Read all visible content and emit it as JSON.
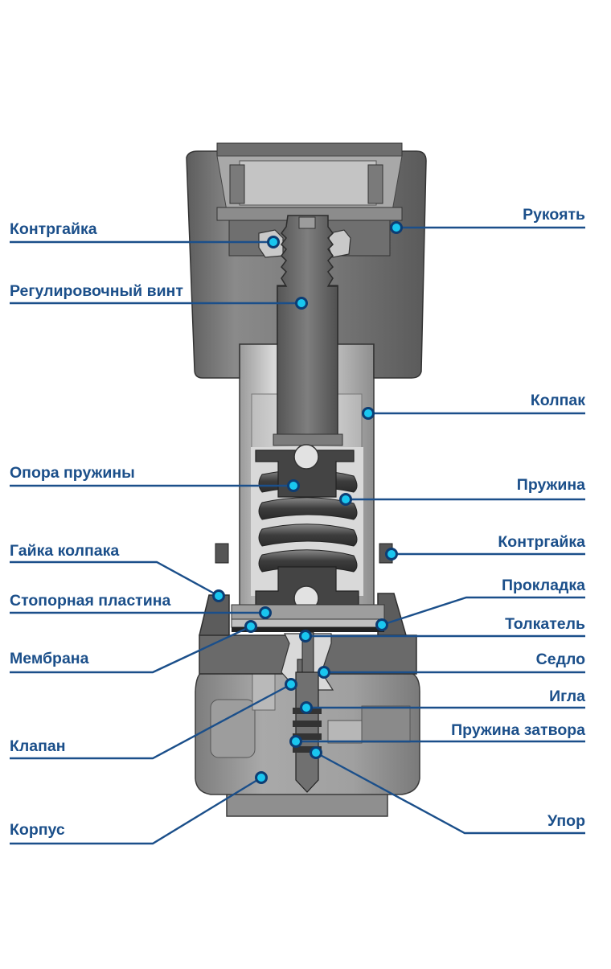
{
  "diagram": {
    "colors": {
      "label_text": "#1b4f8a",
      "leader_line": "#1b4f8a",
      "marker_fill": "#19c6ef",
      "marker_ring": "#0d3d73"
    },
    "labels_left": [
      {
        "id": "kontrgaika-top",
        "text": "Контргайка"
      },
      {
        "id": "reg-vint",
        "text": "Регулировочный винт"
      },
      {
        "id": "opora-pruzhiny",
        "text": "Опора пружины"
      },
      {
        "id": "gaika-kolpaka",
        "text": "Гайка колпака"
      },
      {
        "id": "stopornaya-plastina",
        "text": "Стопорная пластина"
      },
      {
        "id": "membrana",
        "text": "Мембрана"
      },
      {
        "id": "klapan",
        "text": "Клапан"
      },
      {
        "id": "korpus",
        "text": "Корпус"
      }
    ],
    "labels_right": [
      {
        "id": "rukoyat",
        "text": "Рукоять"
      },
      {
        "id": "kolpak",
        "text": "Колпак"
      },
      {
        "id": "pruzhina",
        "text": "Пружина"
      },
      {
        "id": "kontrgaika-mid",
        "text": "Контргайка"
      },
      {
        "id": "prokladka",
        "text": "Прокладка"
      },
      {
        "id": "tolkatel",
        "text": "Толкатель"
      },
      {
        "id": "sedlo",
        "text": "Седло"
      },
      {
        "id": "igla",
        "text": "Игла"
      },
      {
        "id": "pruzhina-zatvora",
        "text": "Пружина затвора"
      },
      {
        "id": "upor",
        "text": "Упор"
      }
    ]
  }
}
